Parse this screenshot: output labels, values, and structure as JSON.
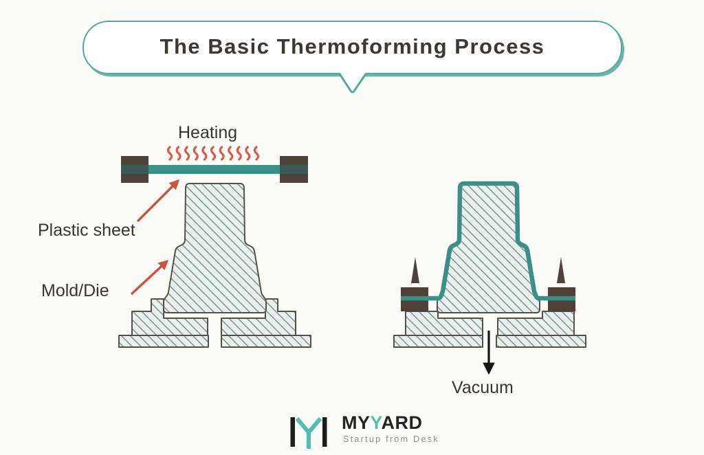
{
  "header": {
    "title": "The Basic Thermoforming Process"
  },
  "stage_heating": {
    "heating_label": "Heating",
    "plastic_sheet_label": "Plastic sheet",
    "mold_label": "Mold/Die"
  },
  "stage_vacuum": {
    "vacuum_label": "Vacuum"
  },
  "footer": {
    "wordmark": "MYYARD",
    "wordmark_parts": {
      "start": "MY",
      "accent": "Y",
      "end": "ARD"
    },
    "tagline": "Startup from Desk"
  },
  "icons": {
    "heat_waves": "heat-waves-icon",
    "vacuum_arrow": "down-arrow-icon",
    "pointer_arrows": "red-pointer-arrow-icon",
    "logo_mark": "myyard-logo-icon",
    "speech_bubble": "speech-bubble-tail-icon"
  },
  "colors": {
    "background": "#fbfbf8",
    "teal_sheet": "#3d8d89",
    "bubble_teal": "#55a79f",
    "heat_red": "#d85c49",
    "arrow_red": "#cd5342",
    "clamp_brown": "#4d4138",
    "mold_fill": "#e6f0ee",
    "hatch_line": "#8d8d87",
    "mold_outline": "#55504a",
    "text_dark": "#3a3530",
    "vacuum_black": "#151515",
    "logo_teal": "#55bcb3",
    "logo_black": "#1d1d1d",
    "tagline_gray": "#8c8c8c"
  }
}
